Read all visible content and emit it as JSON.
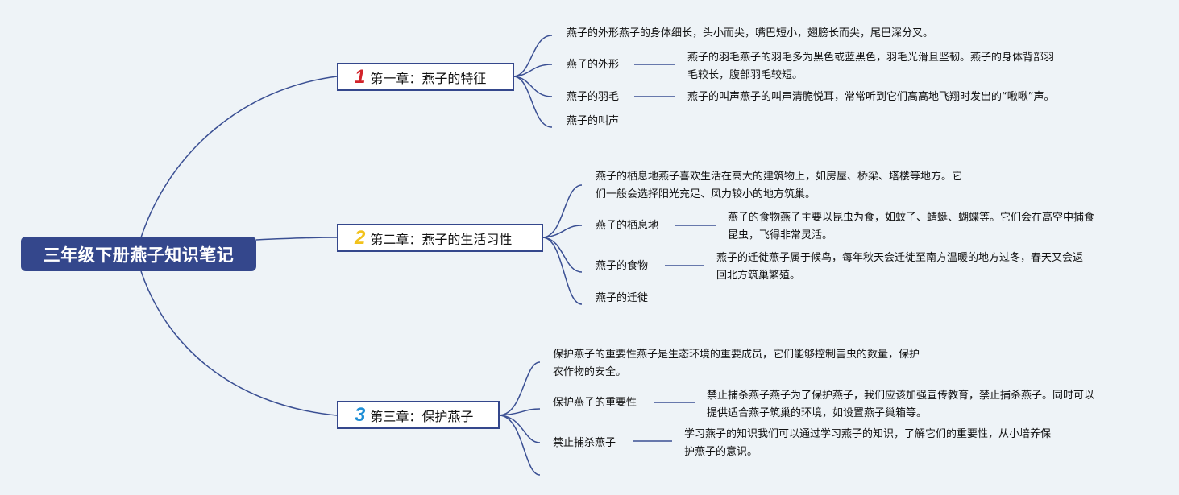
{
  "root": {
    "title": "三年级下册燕子知识笔记"
  },
  "chapters": [
    {
      "number": "1",
      "number_color": "#d2232a",
      "title": "第一章：燕子的特征",
      "items": [
        {
          "text": "燕子的外形燕子的身体细长，头小而尖，嘴巴短小，翅膀长而尖，尾巴深分叉。"
        },
        {
          "label": "燕子的外形",
          "text_lines": [
            "燕子的羽毛燕子的羽毛多为黑色或蓝黑色，羽毛光滑且坚韧。燕子的身体背部羽",
            "毛较长，腹部羽毛较短。"
          ]
        },
        {
          "label": "燕子的羽毛",
          "text_lines": [
            "燕子的叫声燕子的叫声清脆悦耳，常常听到它们高高地飞翔时发出的“啾啾”声。"
          ]
        },
        {
          "label": "燕子的叫声"
        }
      ]
    },
    {
      "number": "2",
      "number_color": "#f2c21b",
      "title": "第二章：燕子的生活习性",
      "items": [
        {
          "text_lines": [
            "燕子的栖息地燕子喜欢生活在高大的建筑物上，如房屋、桥梁、塔楼等地方。它",
            "们一般会选择阳光充足、风力较小的地方筑巢。"
          ]
        },
        {
          "label": "燕子的栖息地",
          "text_lines": [
            "燕子的食物燕子主要以昆虫为食，如蚊子、蜻蜓、蝴蝶等。它们会在高空中捕食",
            "昆虫，飞得非常灵活。"
          ]
        },
        {
          "label": "燕子的食物",
          "text_lines": [
            "燕子的迁徙燕子属于候鸟，每年秋天会迁徙至南方温暖的地方过冬，春天又会返",
            "回北方筑巢繁殖。"
          ]
        },
        {
          "label": "燕子的迁徙"
        }
      ]
    },
    {
      "number": "3",
      "number_color": "#1f8fd6",
      "title": "第三章：保护燕子",
      "items": [
        {
          "text_lines": [
            "保护燕子的重要性燕子是生态环境的重要成员，它们能够控制害虫的数量，保护",
            "农作物的安全。"
          ]
        },
        {
          "label": "保护燕子的重要性",
          "text_lines": [
            "禁止捕杀燕子燕子为了保护燕子，我们应该加强宣传教育，禁止捕杀燕子。同时可以",
            "提供适合燕子筑巢的环境，如设置燕子巢箱等。"
          ]
        },
        {
          "label": "禁止捕杀燕子",
          "text_lines": [
            "学习燕子的知识我们可以通过学习燕子的知识，了解它们的重要性，从小培养保",
            "护燕子的意识。"
          ]
        },
        {
          "label": ""
        }
      ]
    }
  ]
}
